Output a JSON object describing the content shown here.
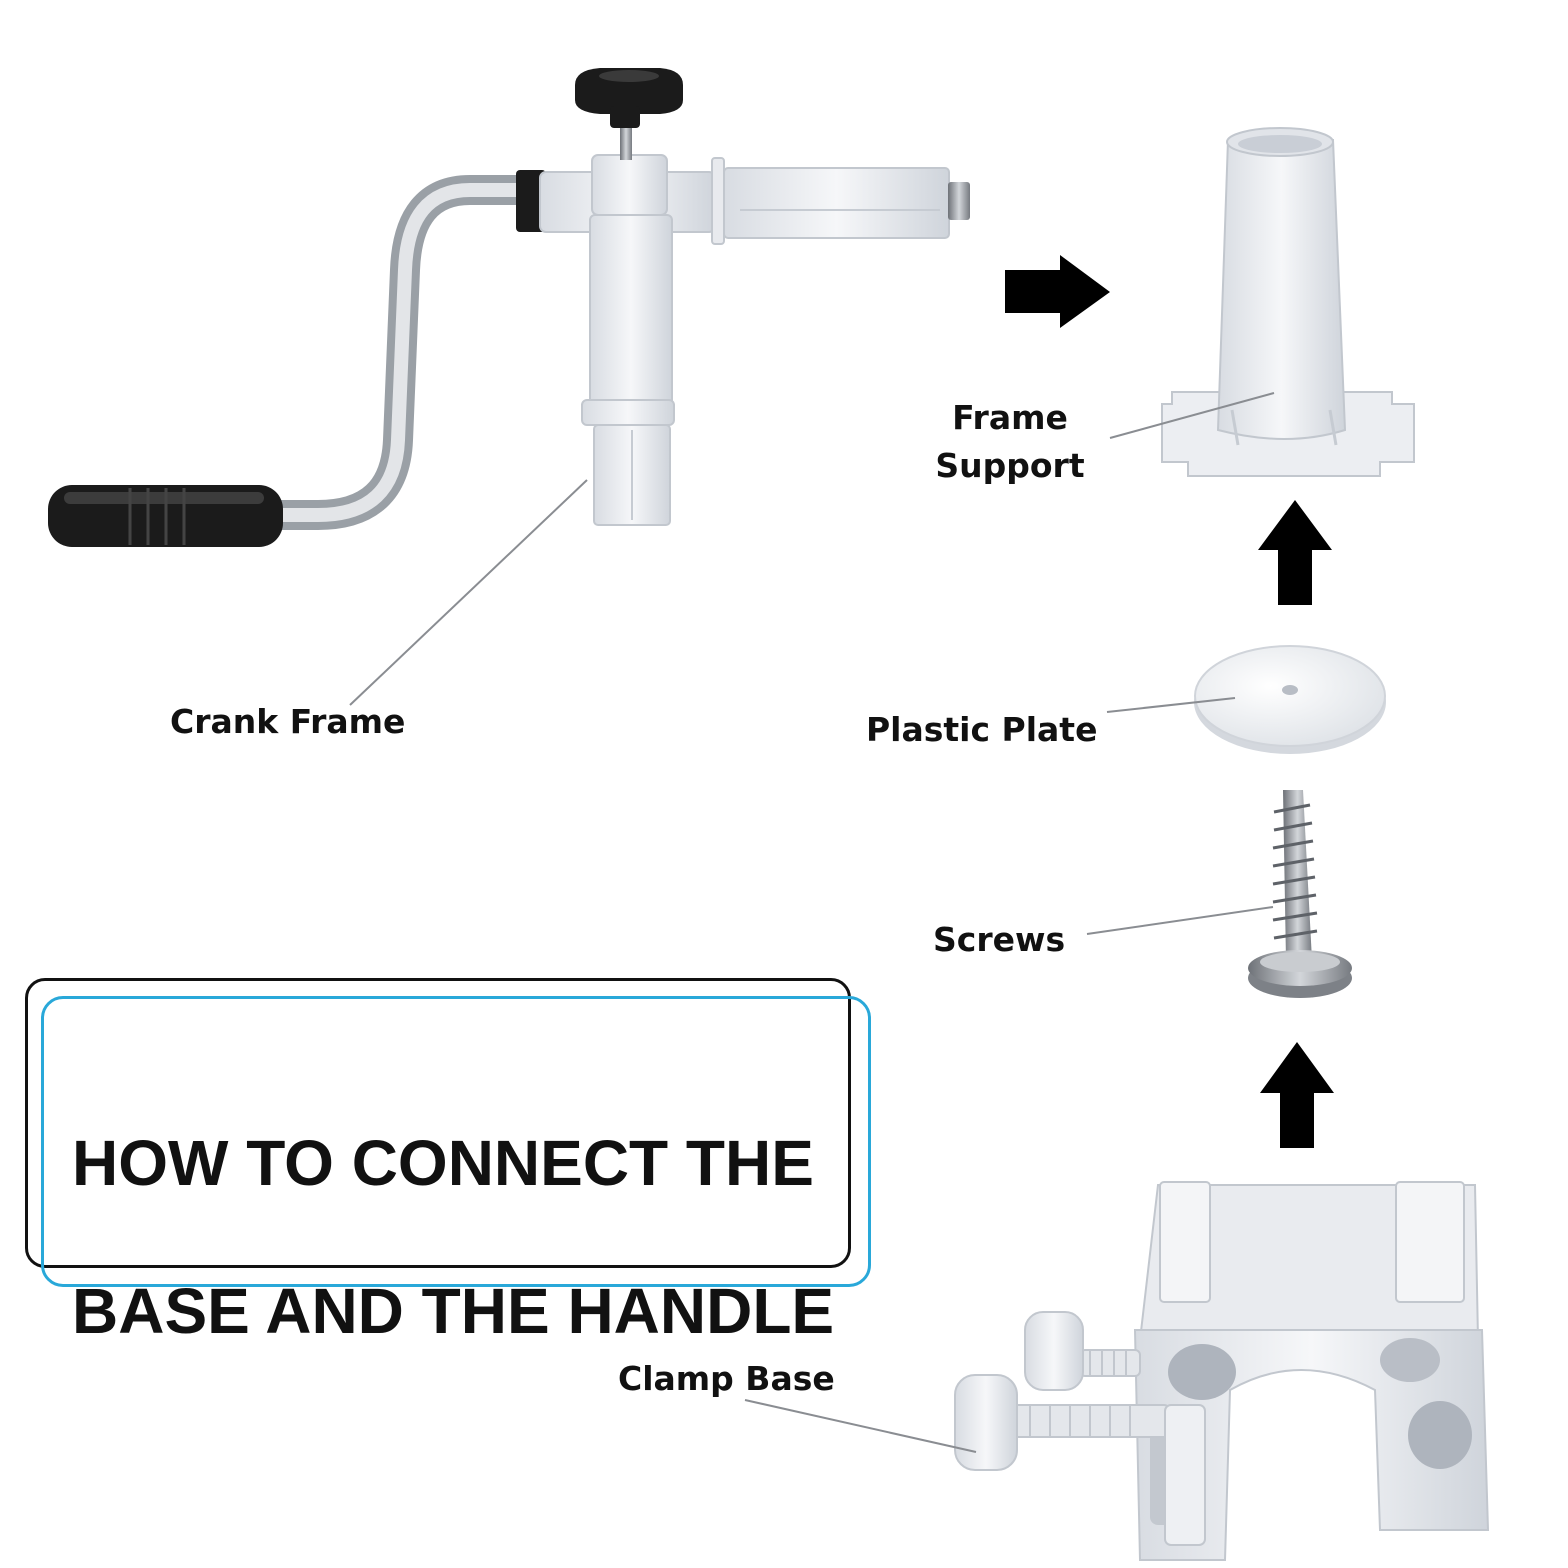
{
  "title": {
    "line1": "HOW TO CONNECT THE",
    "line2": "BASE AND THE HANDLE",
    "box_colors": {
      "outer": "#111111",
      "inner": "#29a8d9"
    }
  },
  "labels": {
    "crank_frame": "Crank Frame",
    "frame_support_line1": "Frame",
    "frame_support_line2": "Support",
    "plastic_plate": "Plastic Plate",
    "screws": "Screws",
    "clamp_base": "Clamp Base"
  },
  "icons": [
    "arrow-right-icon",
    "arrow-up-icon",
    "arrow-up-icon"
  ],
  "colors": {
    "part_white": "#eef0f3",
    "part_shadow": "#c9ced6",
    "rubber_black": "#1b1b1b",
    "aluminum": "#b8bcc2",
    "steel": "#9a9ea4"
  }
}
